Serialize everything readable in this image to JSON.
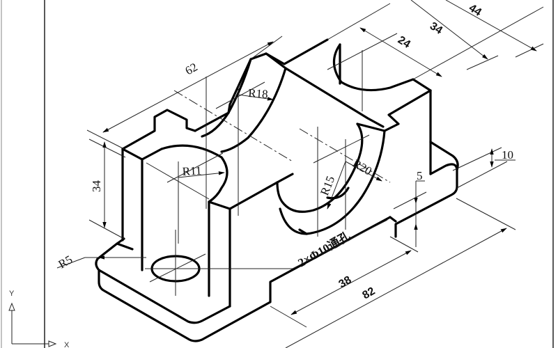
{
  "drawing": {
    "title": "Isometric bearing-block part drawing",
    "dimensions": {
      "overall_width_top": "44",
      "slot_width": "34",
      "slot_inner_width": "24",
      "top_length": "62",
      "upper_radius": "R18",
      "lower_radius_outer": "R20",
      "lower_radius_inner": "R15",
      "left_bore_radius": "R11",
      "height": "34",
      "corner_radius": "R5",
      "base_thickness": "10",
      "step_height": "5",
      "hole_spacing": "38",
      "overall_length": "82",
      "hole_note": "2×Φ10通孔"
    },
    "ucs_icon": {
      "y_label": "Y",
      "x_label": "X"
    },
    "colors": {
      "line": "#000000",
      "background": "#ffffff",
      "frame": "#111111"
    }
  }
}
